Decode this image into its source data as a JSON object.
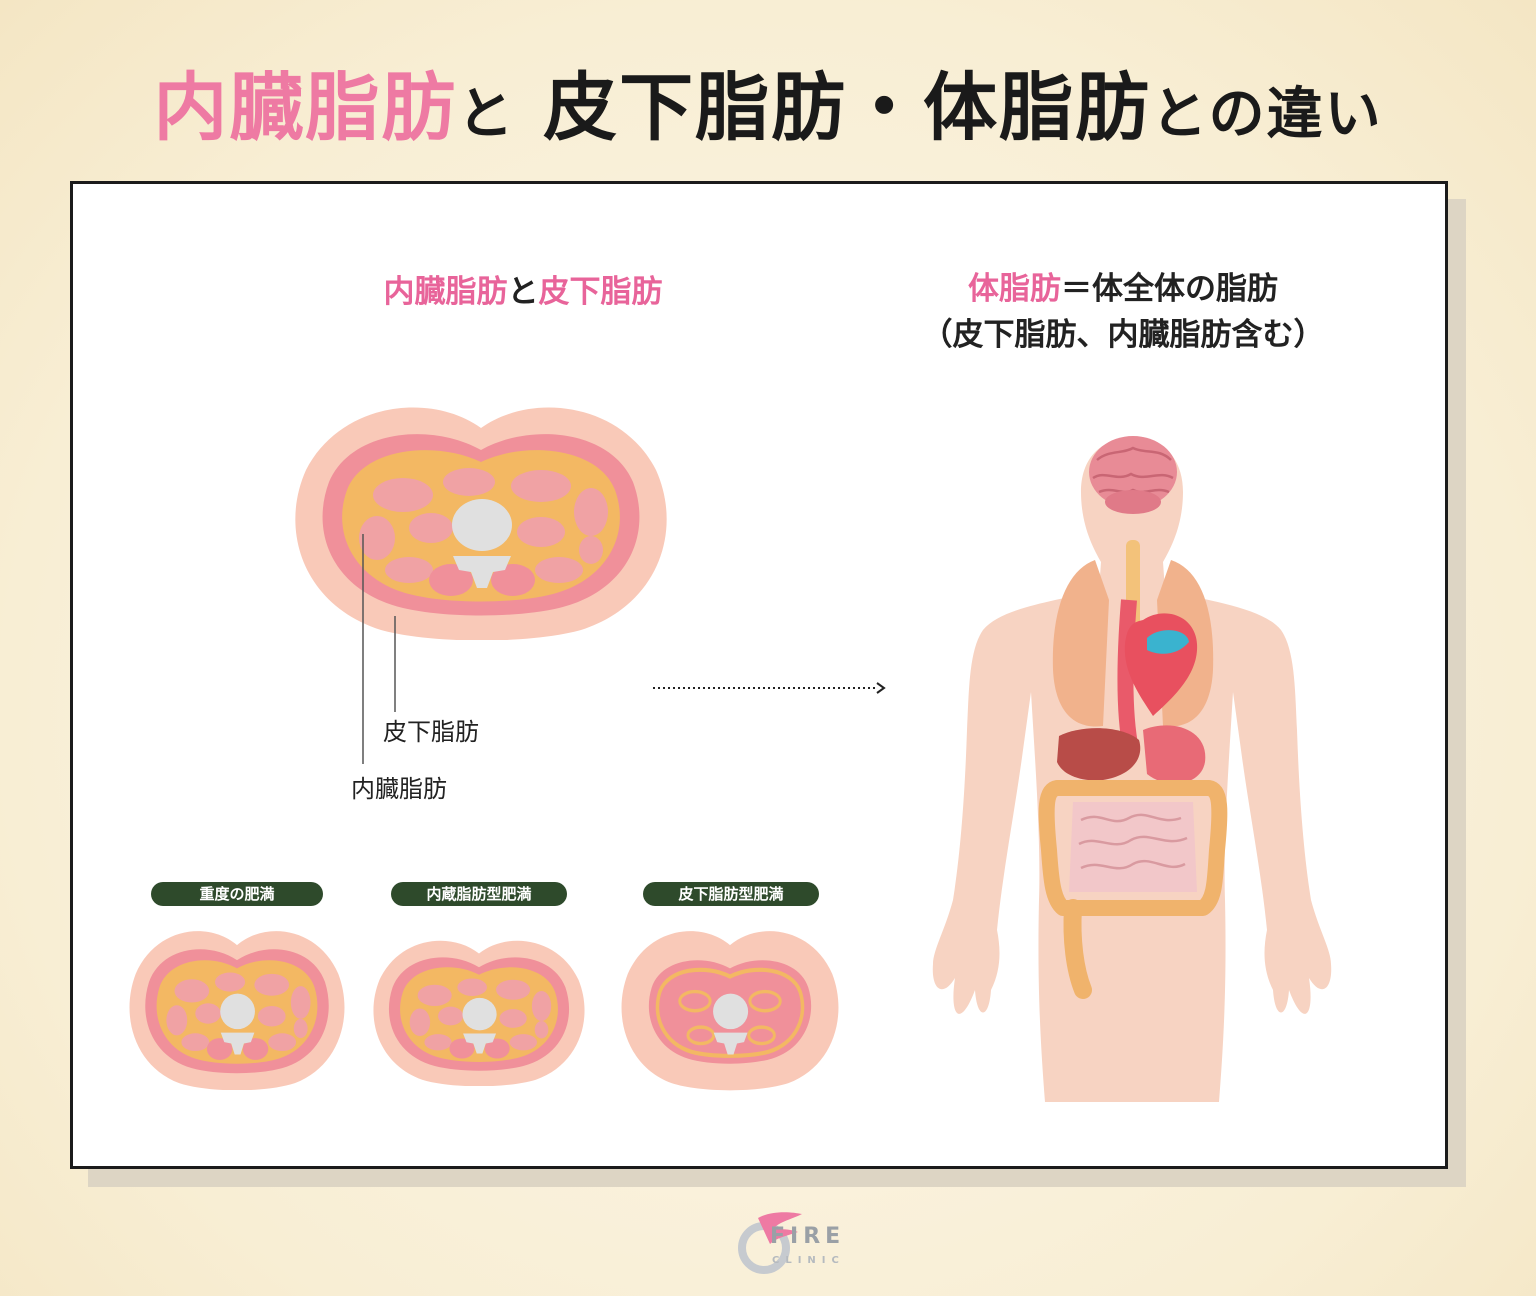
{
  "title": {
    "part1": "内臓脂肪",
    "part2": "と",
    "part3": "皮下脂肪・体脂肪",
    "part4": "との違い"
  },
  "left_heading": {
    "pink1": "内臓脂肪",
    "mid": "と",
    "pink2": "皮下脂肪"
  },
  "right_heading": {
    "pink": "体脂肪",
    "rest": "＝体全体の脂肪",
    "line2": "（皮下脂肪、内臓脂肪含む）"
  },
  "labels": {
    "subcutaneous": "皮下脂肪",
    "visceral": "内臓脂肪"
  },
  "types": [
    {
      "label": "重度の肥満"
    },
    {
      "label": "内蔵脂肪型肥満"
    },
    {
      "label": "皮下脂肪型肥満"
    }
  ],
  "logo": {
    "name": "FIRE",
    "sub": "CLINIC"
  },
  "colors": {
    "skin": "#f9c9b8",
    "body": "#f7d3c2",
    "muscle": "#f0909a",
    "fat": "#f3b863",
    "bone": "#e0e0e0",
    "accent": "#ee7aa3",
    "pill": "#2e4a2b"
  }
}
